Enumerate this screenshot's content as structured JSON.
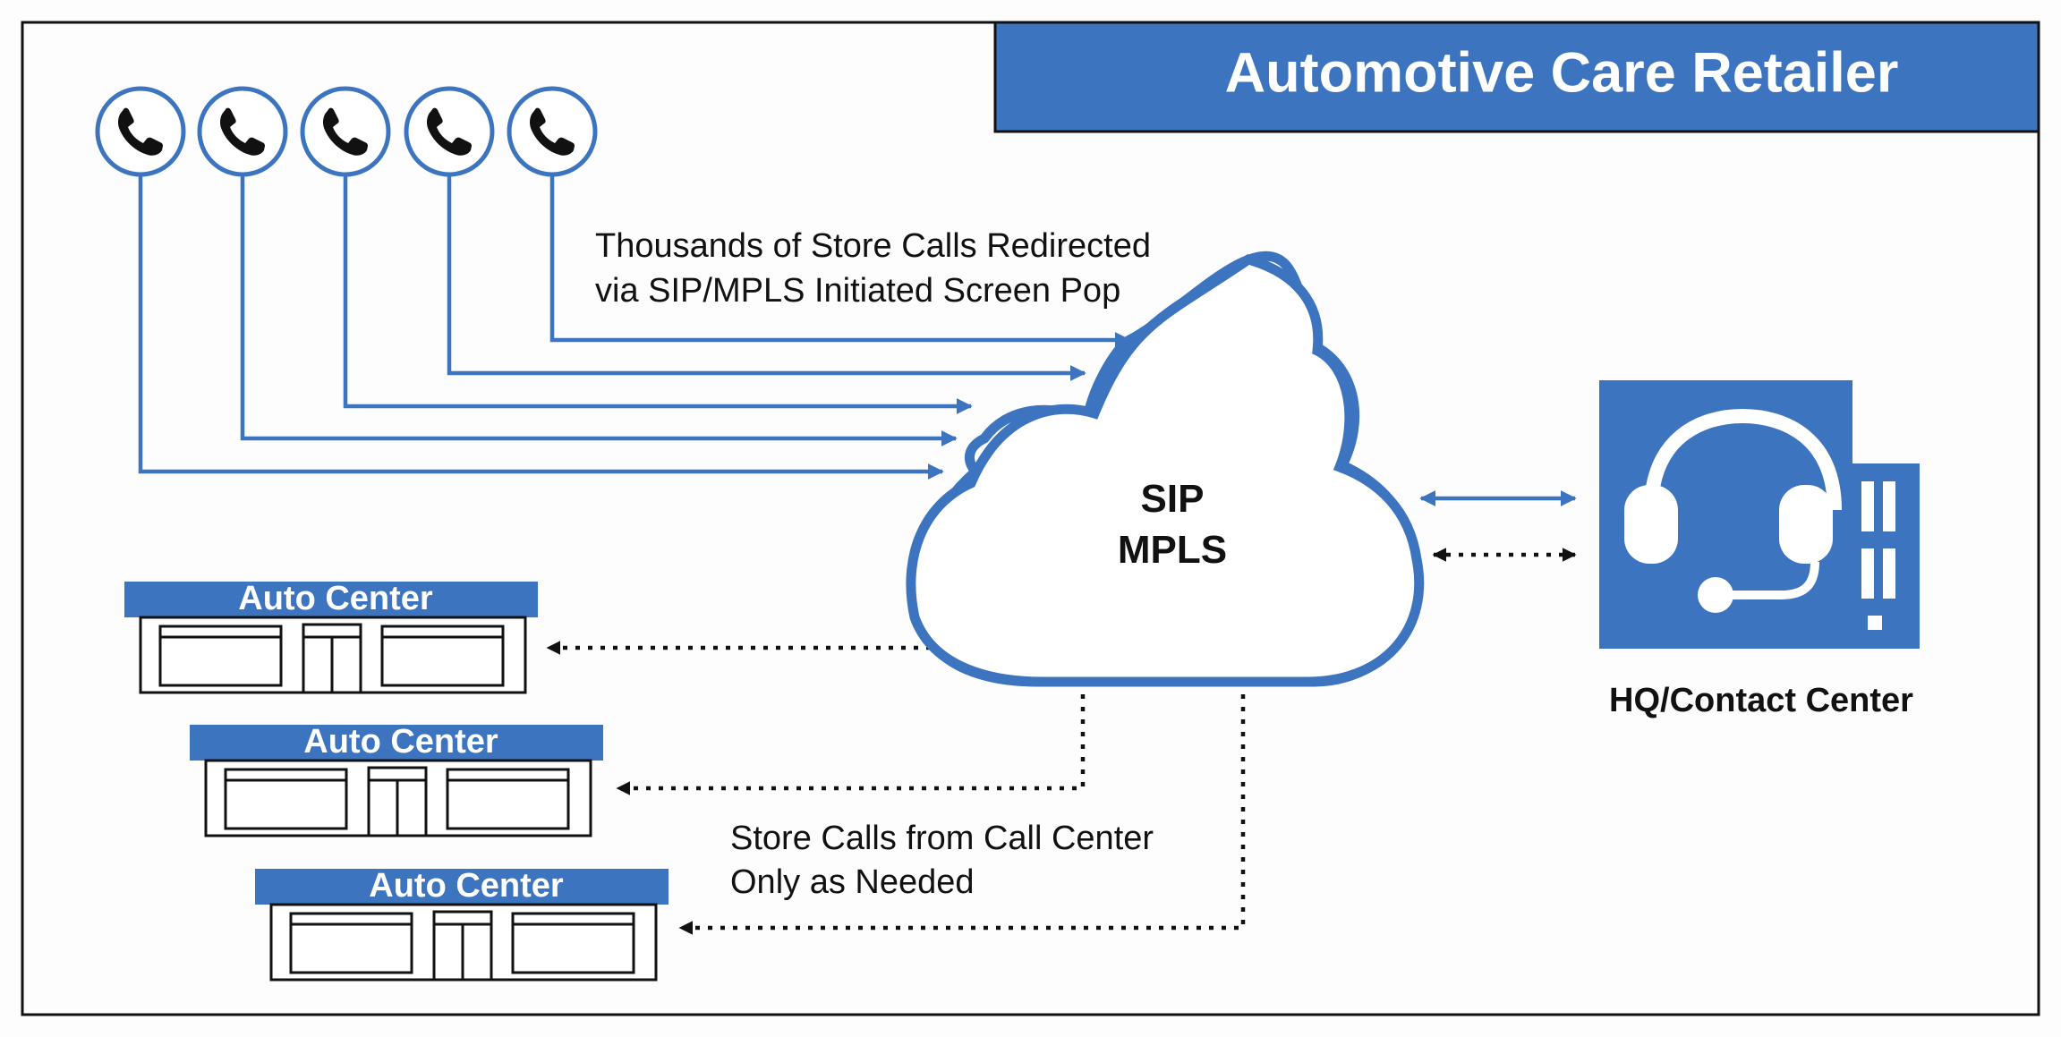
{
  "title": "Automotive Care Retailer",
  "cloud": {
    "line1": "SIP",
    "line2": "MPLS"
  },
  "phone_icon_count": 5,
  "redirect_note": {
    "line1": "Thousands of Store Calls Redirected",
    "line2": "via SIP/MPLS Initiated Screen Pop"
  },
  "stores": [
    {
      "label": "Auto Center"
    },
    {
      "label": "Auto Center"
    },
    {
      "label": "Auto Center"
    }
  ],
  "store_calls_note": {
    "line1": "Store Calls from Call Center",
    "line2": "Only as Needed"
  },
  "hq": {
    "label": "HQ/Contact Center",
    "icon": "headset-building-icon"
  },
  "colors": {
    "brand_blue": "#3d74c0",
    "dark": "#111111",
    "background": "#fdfdfd"
  }
}
